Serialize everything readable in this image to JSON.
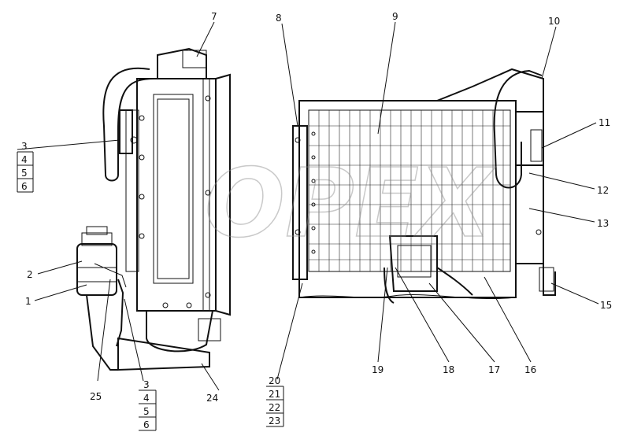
{
  "watermark": "OPEX",
  "labels": {
    "l1": "1",
    "l2": "2",
    "l3a": "3",
    "l4a": "4",
    "l5a": "5",
    "l6a": "6",
    "l3b": "3",
    "l4b": "4",
    "l5b": "5",
    "l6b": "6",
    "l7": "7",
    "l8": "8",
    "l9": "9",
    "l10": "10",
    "l11": "11",
    "l12": "12",
    "l13": "13",
    "l15": "15",
    "l16": "16",
    "l17": "17",
    "l18": "18",
    "l19": "19",
    "l20": "20",
    "l21": "21",
    "l22": "22",
    "l23": "23",
    "l24": "24",
    "l25": "25"
  }
}
